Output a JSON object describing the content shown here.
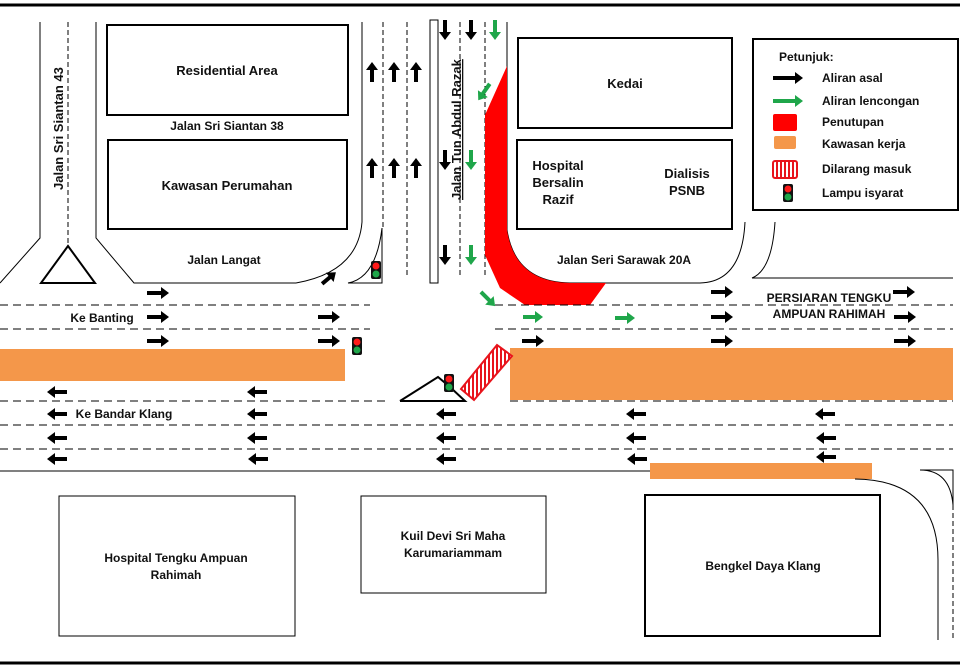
{
  "colors": {
    "original_flow": "#000000",
    "diversion_flow": "#1fa64a",
    "closure": "#ff0000",
    "work_zone": "#f4974a",
    "no_entry": "#e8141c",
    "light_red": "#ff1a1a",
    "light_green": "#1fa64a"
  },
  "legend": {
    "title": "Petunjuk:",
    "items": [
      {
        "key": "original",
        "label": "Aliran asal"
      },
      {
        "key": "diversion",
        "label": "Aliran lencongan"
      },
      {
        "key": "closure",
        "label": "Penutupan"
      },
      {
        "key": "work",
        "label": "Kawasan kerja"
      },
      {
        "key": "noentry",
        "label": "Dilarang masuk"
      },
      {
        "key": "light",
        "label": "Lampu isyarat"
      }
    ]
  },
  "roads": {
    "siantan43": "Jalan Sri Siantan 43",
    "siantan38": "Jalan Sri Siantan 38",
    "langat": "Jalan Langat",
    "tun_abdul_razak": "Jalan Tun Abdul Razak",
    "sarawak20a": "Jalan Seri Sarawak 20A",
    "persiaran_line1": "PERSIARAN TENGKU",
    "persiaran_line2": "AMPUAN RAHIMAH",
    "ke_banting": "Ke Banting",
    "ke_bandar_klang": "Ke Bandar Klang"
  },
  "buildings": {
    "residential": "Residential Area",
    "perumahan": "Kawasan Perumahan",
    "kedai": "Kedai",
    "hospital_razif": [
      "Hospital",
      "Bersalin",
      "Razif"
    ],
    "dialisis": [
      "Dialisis",
      "PSNB"
    ],
    "hospital_tar": [
      "Hospital Tengku Ampuan",
      "Rahimah"
    ],
    "kuil": [
      "Kuil Devi Sri Maha",
      "Karumariammam"
    ],
    "bengkel": "Bengkel Daya Klang"
  }
}
